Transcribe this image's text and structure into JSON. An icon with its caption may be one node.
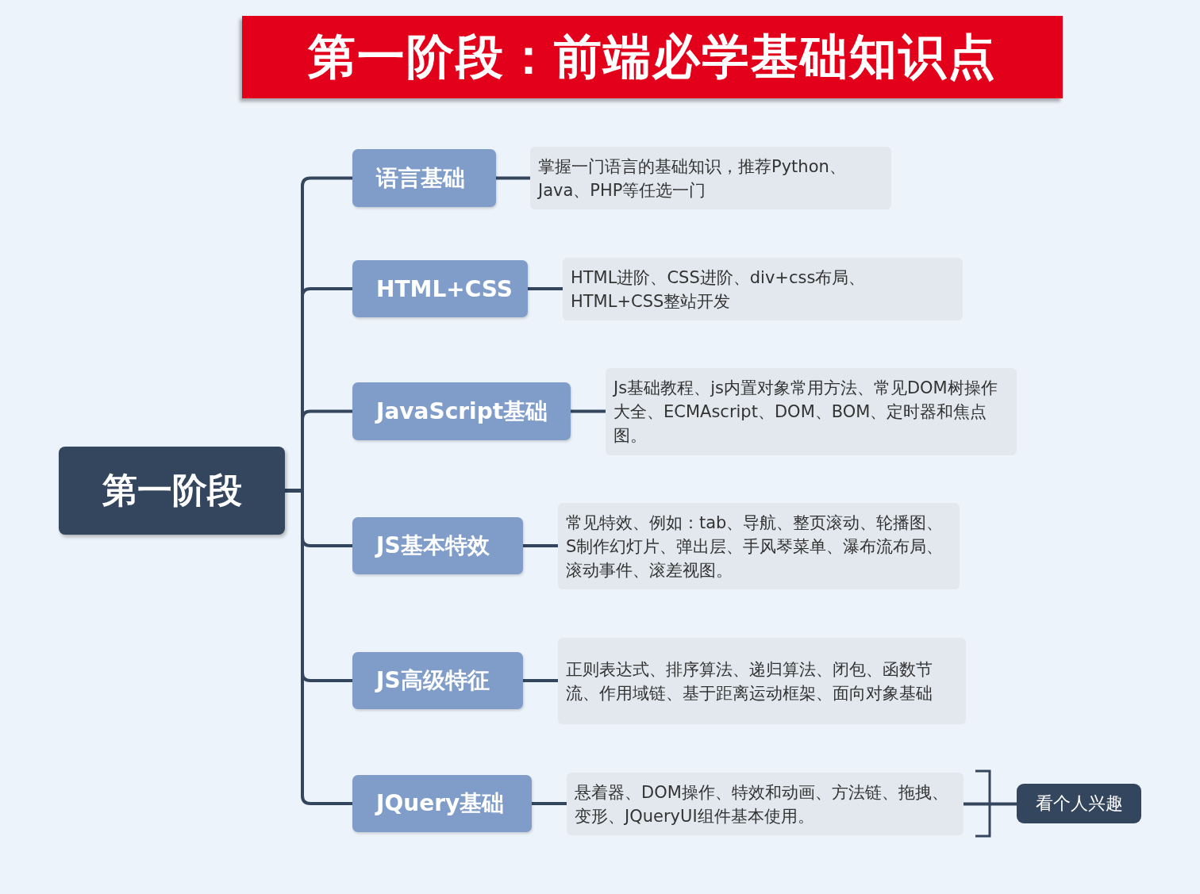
{
  "diagram": {
    "title": "第一阶段：前端必学基础知识点",
    "nodes": [
      {
        "text": [
          "第一阶段"
        ]
      },
      {
        "text": [
          "语言基础"
        ]
      },
      {
        "text": [
          "掌握一门语言的基础知识，推荐Python、Java、PHP等任选一门"
        ]
      },
      {
        "text": [
          "HTML+CSS"
        ]
      },
      {
        "text": [
          "HTML进阶、CSS进阶、div+css布局、HTML+CSS整站开发"
        ]
      },
      {
        "text": [
          "JavaScript基础"
        ]
      },
      {
        "text": [
          "Js基础教程、js内置对象常用方法、常见DOM树操作大全、ECMAscript、DOM、BOM、定时器和焦点图。"
        ]
      },
      {
        "text": [
          "JS基本特效"
        ]
      },
      {
        "text": [
          "常见特效、例如：tab、导航、整页滚动、轮播图、S制作幻灯片、弹出层、手风琴菜单、瀑布流布局、滚动事件、滚差视图。"
        ]
      },
      {
        "text": [
          "JS高级特征"
        ]
      },
      {
        "text": [
          "正则表达式、排序算法、递归算法、闭包、函数节流、作用域链、基于距离运动框架、面向对象基础"
        ]
      },
      {
        "text": [
          "JQuery基础"
        ]
      },
      {
        "text": [
          "悬着器、DOM操作、特效和动画、方法链、拖拽、变形、JQueryUI组件基本使用。"
        ]
      },
      {
        "text": [
          "看个人兴趣"
        ]
      }
    ],
    "edges": [
      {
        "from": 0,
        "to": 1,
        "arrow": "none"
      },
      {
        "from": 0,
        "to": 3,
        "arrow": "none"
      },
      {
        "from": 0,
        "to": 5,
        "arrow": "none"
      },
      {
        "from": 0,
        "to": 7,
        "arrow": "none"
      },
      {
        "from": 0,
        "to": 9,
        "arrow": "none"
      },
      {
        "from": 0,
        "to": 11,
        "arrow": "none"
      },
      {
        "from": 1,
        "to": 2,
        "arrow": "none"
      },
      {
        "from": 3,
        "to": 4,
        "arrow": "none"
      },
      {
        "from": 5,
        "to": 6,
        "arrow": "none"
      },
      {
        "from": 7,
        "to": 8,
        "arrow": "none"
      },
      {
        "from": 9,
        "to": 10,
        "arrow": "none"
      },
      {
        "from": 11,
        "to": 12,
        "arrow": "none"
      },
      {
        "from": 12,
        "to": 13,
        "arrow": "none"
      }
    ]
  }
}
